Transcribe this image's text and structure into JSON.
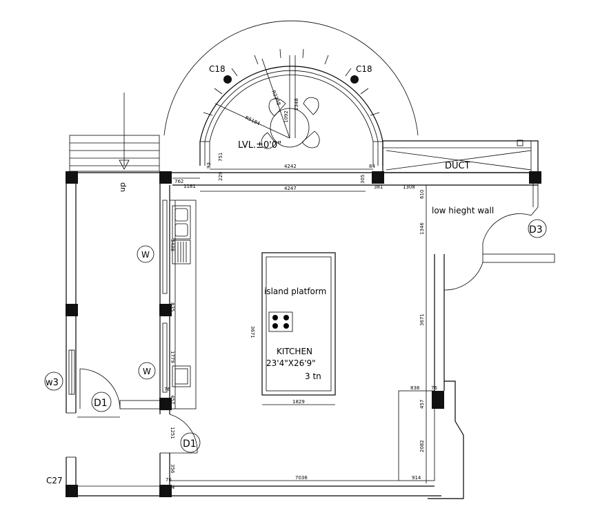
{
  "labels": {
    "lvl": "LVL.±0'0\"",
    "up": "up",
    "duct": "DUCT",
    "low_wall": "low hieght wall",
    "island": "island platform",
    "kitchen_title": "KITCHEN",
    "kitchen_size": "23'4\"X26'9\"",
    "kitchen_load": "3 tn"
  },
  "tags": {
    "c18_left": "C18",
    "c18_right": "C18",
    "c27": "C27",
    "w3": "w3",
    "w_upper": "W",
    "w_lower": "W",
    "d1_left": "D1",
    "d1_bottom": "D1",
    "d3": "D3"
  },
  "dimensions": {
    "r5184": "R5184",
    "r2348": "R2348",
    "d1092": "1092",
    "d2348": "2348",
    "d751": "751",
    "d93": "93",
    "d229": "229",
    "d4242_a": "4242",
    "d84": "84",
    "d762": "762",
    "d1181": "1181",
    "d4247": "4247",
    "d305": "305",
    "d381": "381",
    "d1308": "1308",
    "d610": "610",
    "d1346": "1346",
    "d3671_l": "3671",
    "d3671_r": "3671",
    "d3438": "3438",
    "d835": "835",
    "d1779": "1779",
    "d76_a": "76",
    "d457_a": "457",
    "d1829": "1829",
    "d838": "838",
    "d76_b": "76",
    "d457_b": "457",
    "d2082": "2082",
    "d1251": "1251",
    "d356": "356",
    "d76_c": "76",
    "d7036": "7036",
    "d914": "914",
    "d104": "104"
  }
}
